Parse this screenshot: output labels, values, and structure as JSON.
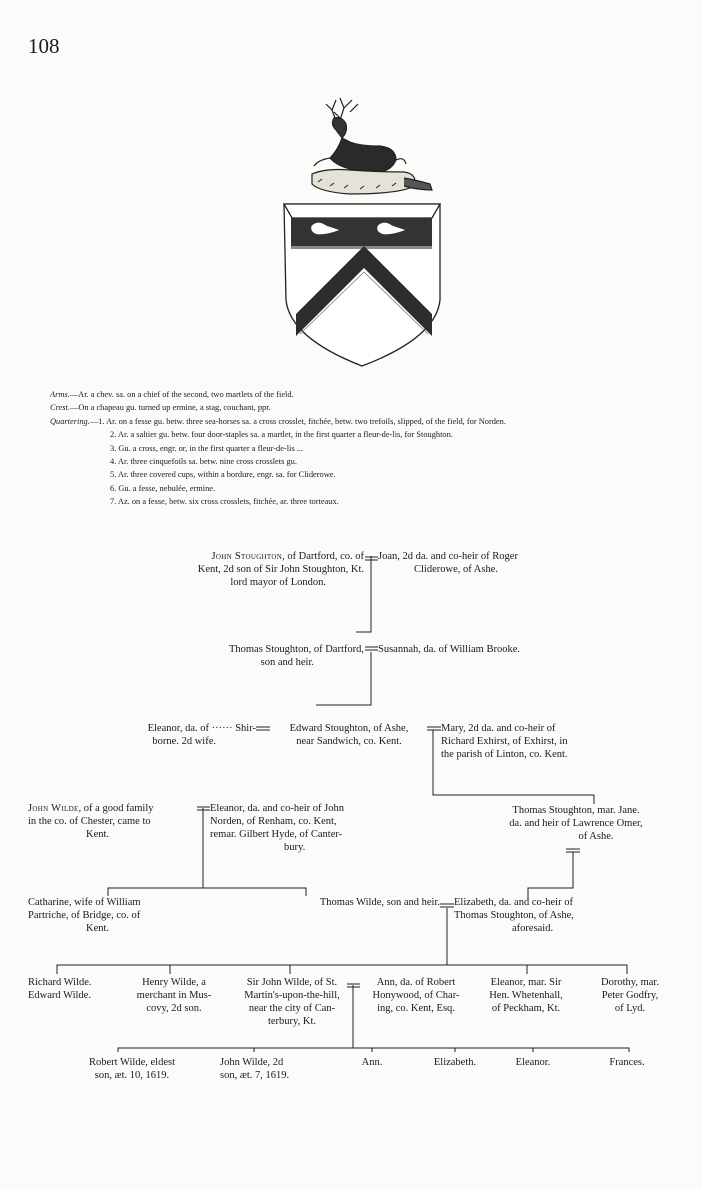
{
  "page_number": "108",
  "arms": {
    "arms_label": "Arms.",
    "arms_text": "—Ar. a chev. sa. on a chief of the second, two martlets of the field.",
    "crest_label": "Crest.",
    "crest_text": "—On a chapeau gu. turned up ermine, a stag, couchant, ppr.",
    "quartering_label": "Quartering.",
    "quarterings": [
      "—1. Ar. on a fesse gu. betw. three sea-horses sa. a cross crosslet, fitchée, betw. two trefoils, slipped, of the field, for Norden.",
      "2. Ar. a saltier gu. betw. four door-staples sa. a martlet, in the first quarter a fleur-de-lis, for Stoughton.",
      "3. Gu. a cross, engr. or, in the first quarter a fleur-de-lis ...",
      "4. Ar. three cinquefoils sa. betw. nine cross crosslets gu.",
      "5. Ar. three covered cups, within a bordure, engr. sa. for Cliderowe.",
      "6. Gu. a fesse, nebulée, ermine.",
      "7. Az. on a fesse, betw. six cross crosslets, fitchée, ar. three torteaux."
    ]
  },
  "pedigree": {
    "john_stoughton": {
      "name": "John Stoughton",
      "l1": ", of Dartford, co. of",
      "l2": "Kent, 2d son of Sir John Stoughton, Kt.",
      "l3": "lord mayor of London."
    },
    "joan": {
      "l1": "Joan, 2d da. and co-heir of Roger",
      "l2": "Cliderowe, of Ashe."
    },
    "thomas_stoughton": {
      "l1": "Thomas Stoughton, of Dartford,",
      "l2": "son and heir."
    },
    "susannah": {
      "l1": "Susannah, da. of William Brooke."
    },
    "eleanor_shirborne": {
      "l1": "Eleanor, da. of ······ Shir-",
      "l2": "borne.  2d wife."
    },
    "edward_stoughton": {
      "l1": "Edward Stoughton, of Ashe,",
      "l2": "near Sandwich, co. Kent."
    },
    "mary_exhirst": {
      "l1": "Mary, 2d da. and co-heir of",
      "l2": "Richard Exhirst, of Exhirst, in",
      "l3": "the parish of Linton, co. Kent."
    },
    "john_wilde": {
      "name": "John Wilde",
      "l1": ", of a good family",
      "l2": "in the co. of Chester, came to",
      "l3": "Kent."
    },
    "eleanor_norden": {
      "l1": "Eleanor, da. and co-heir of John",
      "l2": "Norden, of Renham, co. Kent,",
      "l3": "remar. Gilbert Hyde, of Canter-",
      "l4": "bury."
    },
    "thomas_stoughton_jr": {
      "l1": "Thomas Stoughton, mar. Jane.",
      "l2": "da. and heir of Lawrence Omer,",
      "l3": "of Ashe."
    },
    "catharine": {
      "l1": "Catharine, wife of William",
      "l2": "Partriche, of Bridge, co. of",
      "l3": "Kent."
    },
    "thomas_wilde": {
      "l1": "Thomas Wilde, son and heir."
    },
    "elizabeth_stoughton": {
      "l1": "Elizabeth, da. and co-heir of",
      "l2": "Thomas Stoughton, of Ashe,",
      "l3": "aforesaid."
    },
    "richard_edward": {
      "l1": "Richard Wilde.",
      "l2": "Edward Wilde."
    },
    "henry_wilde": {
      "l1": "Henry Wilde, a",
      "l2": "merchant in Mus-",
      "l3": "covy, 2d son."
    },
    "sir_john_wilde": {
      "l1": "Sir John Wilde, of St.",
      "l2": "Martin's-upon-the-hill,",
      "l3": "near the city of Can-",
      "l4": "terbury, Kt."
    },
    "ann_honywood": {
      "l1": "Ann, da. of Robert",
      "l2": "Honywood, of Char-",
      "l3": "ing, co. Kent, Esq."
    },
    "eleanor_whetenhall": {
      "l1": "Eleanor, mar. Sir",
      "l2": "Hen. Whetenhall,",
      "l3": "of Peckham, Kt."
    },
    "dorothy_godfry": {
      "l1": "Dorothy, mar.",
      "l2": "Peter Godfry,",
      "l3": "of Lyd."
    },
    "robert_wilde": {
      "l1": "Robert Wilde, eldest",
      "l2": "son, æt. 10, 1619."
    },
    "john_wilde_2d": {
      "l1": "John Wilde, 2d",
      "l2": "son, æt. 7, 1619."
    },
    "ann": "Ann.",
    "elizabeth": "Elizabeth.",
    "eleanor": "Eleanor.",
    "frances": "Frances."
  },
  "colors": {
    "ink": "#1a1a1a",
    "paper": "#fbfbf9"
  }
}
